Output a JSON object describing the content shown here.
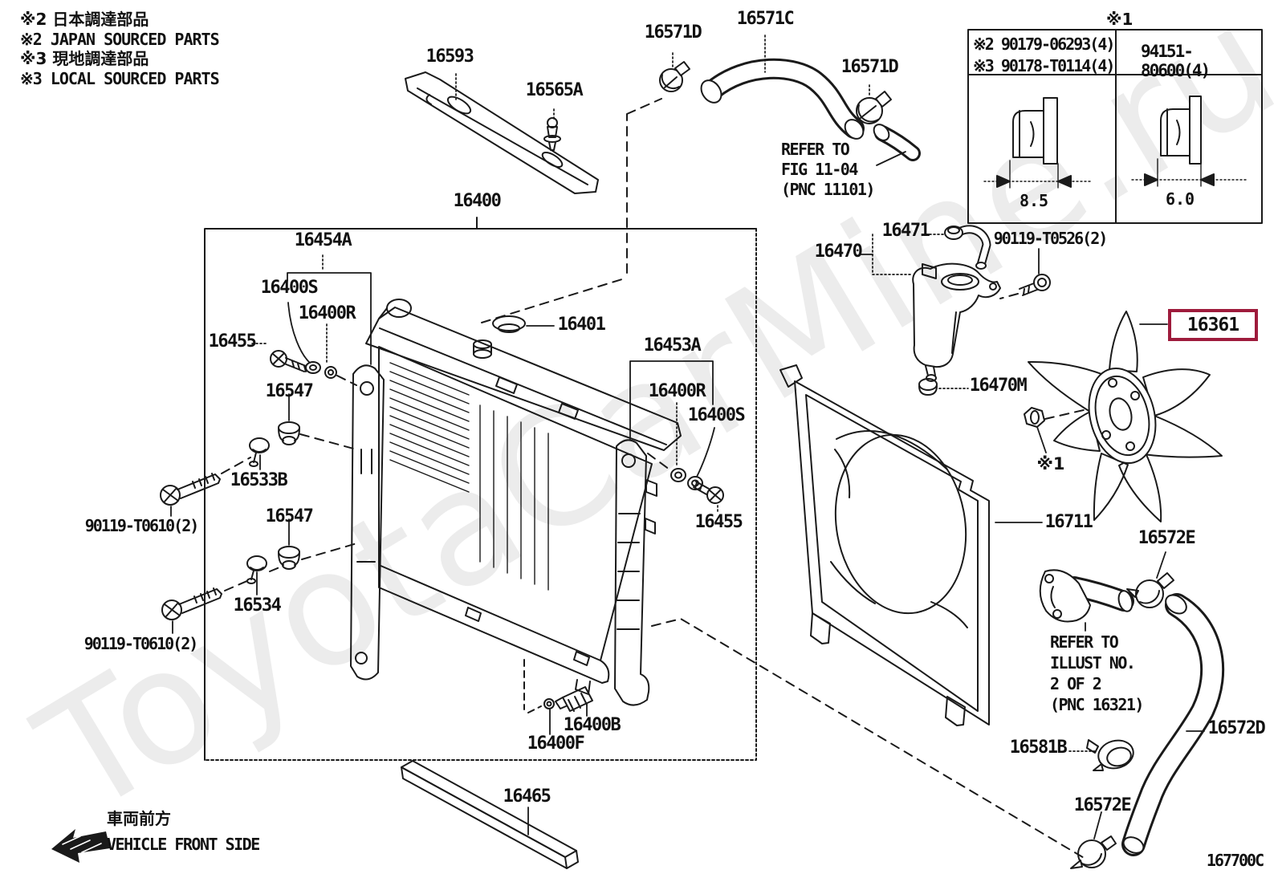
{
  "watermark": "ToyotaCarMine.ru",
  "legend": {
    "line1": "※2 日本調達部品",
    "line2": "※2 JAPAN SOURCED PARTS",
    "line3": "※3 現地調達部品",
    "line4": "※3 LOCAL SOURCED PARTS"
  },
  "table": {
    "title": "※1",
    "cell_a_line1": "※2 90179-06293(4)",
    "cell_a_line2": "※3 90178-T0114(4)",
    "cell_b": "94151-80600(4)",
    "dim_a": "8.5",
    "dim_b": "6.0"
  },
  "labels": {
    "p16593": "16593",
    "p16565A": "16565A",
    "p16571D_a": "16571D",
    "p16571C": "16571C",
    "p16571D_b": "16571D",
    "p16400": "16400",
    "p16454A": "16454A",
    "p16400S_l": "16400S",
    "p16400R_l": "16400R",
    "p16455_l": "16455",
    "p16547_u": "16547",
    "p16533B": "16533B",
    "p90119_a": "90119-T0610(2)",
    "p16547_d": "16547",
    "p16534": "16534",
    "p90119_b": "90119-T0610(2)",
    "p16401": "16401",
    "p16453A": "16453A",
    "p16400R_r": "16400R",
    "p16400S_r": "16400S",
    "p16455_r": "16455",
    "p16470": "16470",
    "p16471": "16471",
    "p90119_c": "90119-T0526(2)",
    "p16470M": "16470M",
    "p16361": "16361",
    "star1": "※1",
    "p16711": "16711",
    "p16572E_u": "16572E",
    "p16572D": "16572D",
    "p16581B": "16581B",
    "p16572E_d": "16572E",
    "p16400B": "16400B",
    "p16400F": "16400F",
    "p16465": "16465",
    "diagram_code": "167700C"
  },
  "notes": {
    "fig": {
      "l1": "REFER TO",
      "l2": "FIG 11-04",
      "l3": "(PNC 11101)"
    },
    "illust": {
      "l1": "REFER TO",
      "l2": "ILLUST NO.",
      "l3": "2 OF 2",
      "l4": "(PNC 16321)"
    }
  },
  "front": {
    "jp": "車両前方",
    "en": "VEHICLE FRONT SIDE"
  },
  "colors": {
    "highlight": "#9E1B3C",
    "line": "#1a1a1a",
    "watermark": "#ececec"
  }
}
